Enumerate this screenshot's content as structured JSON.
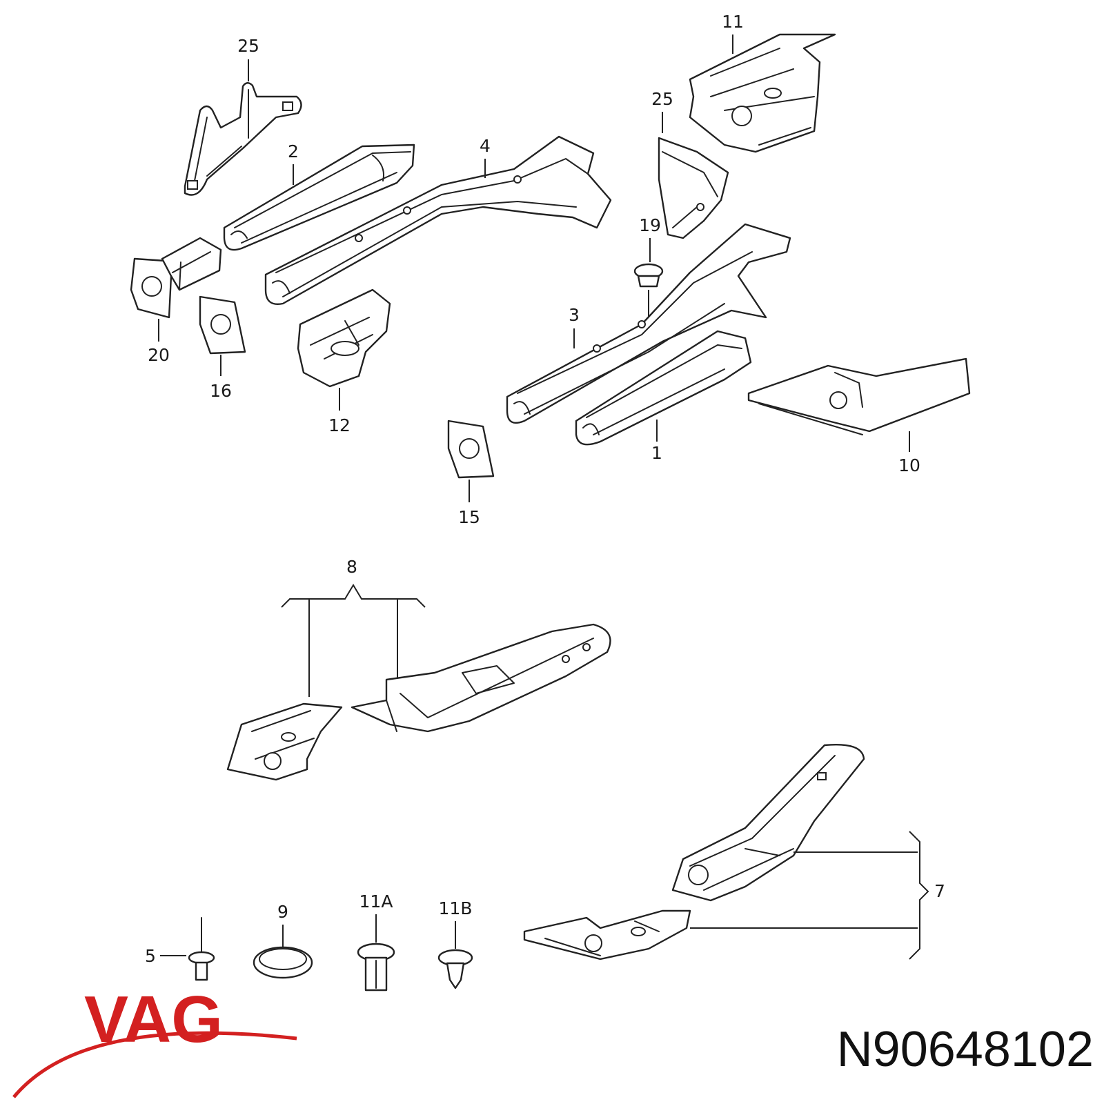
{
  "labels": {
    "p1": "1",
    "p2": "2",
    "p3": "3",
    "p4": "4",
    "p5": "5",
    "p7": "7",
    "p8": "8",
    "p9": "9",
    "p10": "10",
    "p11": "11",
    "p11a": "11A",
    "p11b": "11B",
    "p12": "12",
    "p15": "15",
    "p16": "16",
    "p19": "19",
    "p20": "20",
    "p25a": "25",
    "p25b": "25"
  },
  "brand": {
    "name": "VAG",
    "color": "#d32020"
  },
  "part_number": "N90648102"
}
